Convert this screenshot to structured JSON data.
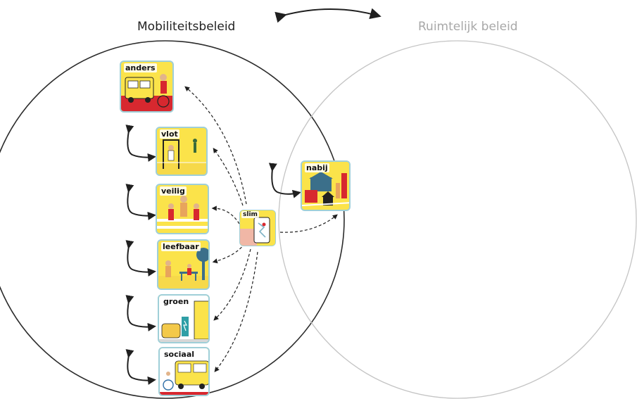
{
  "titles": {
    "left": "Mobiliteitsbeleid",
    "right": "Ruimtelijk beleid"
  },
  "tiles": {
    "anders": "anders",
    "vlot": "vlot",
    "veilig": "veilig",
    "leefbaar": "leefbaar",
    "groen": "groen",
    "sociaal": "sociaal",
    "slim": "slim",
    "nabij": "nabij"
  },
  "colors": {
    "left_circle": "#2b2b2b",
    "right_circle": "#c4c4c4",
    "tile_yellow": "#fbe34a",
    "tile_red": "#d7282f",
    "tile_border": "#9fcfd8",
    "arrow": "#1f1f1f"
  }
}
